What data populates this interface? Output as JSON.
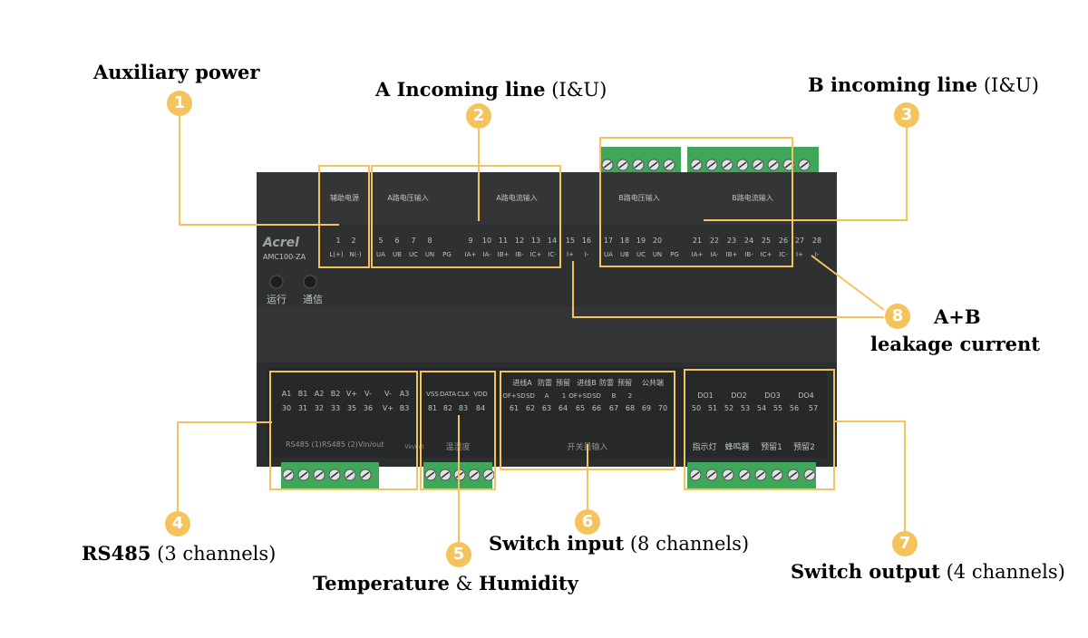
{
  "callouts": [
    {
      "num": "1",
      "bold": "Auxiliary power",
      "normal": ""
    },
    {
      "num": "2",
      "bold": "A Incoming line",
      "normal": " (I&U)"
    },
    {
      "num": "3",
      "bold": "B incoming line",
      "normal": " (I&U)"
    },
    {
      "num": "4",
      "bold": "RS485",
      "normal": " (3 channels)"
    },
    {
      "num": "5",
      "bold": "Temperature",
      "normal": " & ",
      "bold2": "Humidity"
    },
    {
      "num": "6",
      "bold": "Switch input",
      "normal": " (8 channels)"
    },
    {
      "num": "7",
      "bold": "Switch output",
      "normal": " (4 channels)"
    },
    {
      "num": "8",
      "bold": "A+B",
      "bold2": "leakage current"
    }
  ],
  "device": {
    "brand": "Acrel",
    "model": "AMC100-ZA",
    "led_run": "运行",
    "led_comm": "通信",
    "top_labels": [
      "辅助电源",
      "A路电压输入",
      "A路电流输入",
      "B路电压输入",
      "B路电流输入"
    ],
    "top_nums": [
      "1",
      "2",
      "5",
      "6",
      "7",
      "8",
      "9",
      "10",
      "11",
      "12",
      "13",
      "14",
      "15",
      "16",
      "17",
      "18",
      "19",
      "20",
      "21",
      "22",
      "23",
      "24",
      "25",
      "26",
      "27",
      "28"
    ],
    "top_sigs": [
      "L(+)",
      "N(-)",
      "UA",
      "UB",
      "UC",
      "UN",
      "PG",
      "IA+",
      "IA-",
      "IB+",
      "IB-",
      "IC+",
      "IC-",
      "I+",
      "I-",
      "UA",
      "UB",
      "UC",
      "UN",
      "PG",
      "IA+",
      "IA-",
      "IB+",
      "IB-",
      "IC+",
      "IC-",
      "I+",
      "I-"
    ],
    "rs_sigs": [
      "A1",
      "B1",
      "A2",
      "B2",
      "V+",
      "V-",
      "V-",
      "A3"
    ],
    "rs_nums": [
      "30",
      "31",
      "32",
      "33",
      "35",
      "36",
      "V+",
      "B3"
    ],
    "rs_labels": [
      "RS485 (1)",
      "RS485 (2)",
      "Vin/out"
    ],
    "th_sigs": [
      "VSS",
      "DATA",
      "CLK",
      "VDD"
    ],
    "th_nums": [
      "81",
      "82",
      "83",
      "84"
    ],
    "th_label": "温湿度",
    "th_side": "Vin/out",
    "sw_head": [
      "进线A",
      "防雷",
      "预留",
      "进线B",
      "防雷",
      "预留",
      "公共端"
    ],
    "sw_sigs": [
      "OF+SD",
      "SD",
      "A",
      "1",
      "OF+SD",
      "SD",
      "B",
      "2"
    ],
    "sw_nums": [
      "61",
      "62",
      "63",
      "64",
      "65",
      "66",
      "67",
      "68",
      "69",
      "70"
    ],
    "sw_label": "开关量输入",
    "do_sigs": [
      "DO1",
      "DO2",
      "DO3",
      "DO4"
    ],
    "do_nums": [
      "50",
      "51",
      "52",
      "53",
      "54",
      "55",
      "56",
      "57"
    ],
    "do_labels": [
      "指示灯",
      "蜂鸣器",
      "预留1",
      "预留2"
    ]
  },
  "colors": {
    "accent": "#f5c35c",
    "housing": "#2f3132",
    "terminal": "#3fa65a",
    "label": "#bfc3c5"
  }
}
